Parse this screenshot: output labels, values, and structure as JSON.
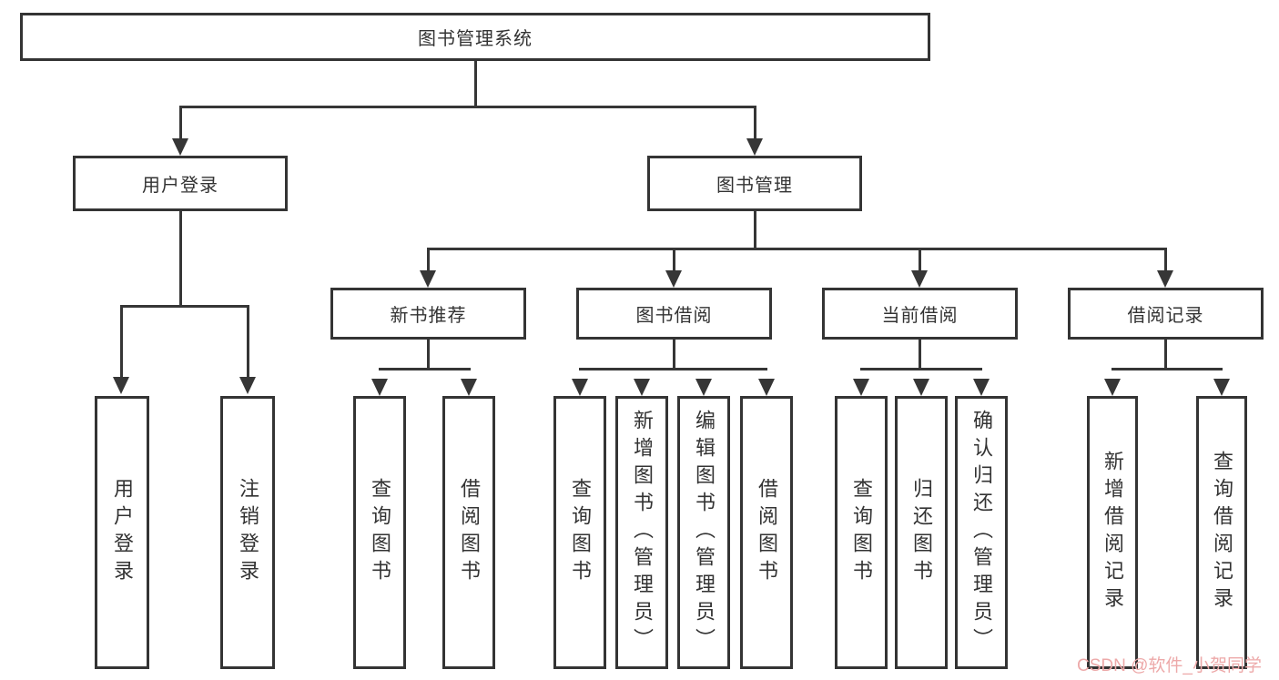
{
  "diagram": {
    "root": {
      "label": "图书管理系统"
    },
    "level2": {
      "user_login": {
        "label": "用户登录"
      },
      "book_mgmt": {
        "label": "图书管理"
      }
    },
    "level3": {
      "new_book": {
        "label": "新书推荐"
      },
      "book_borrow": {
        "label": "图书借阅"
      },
      "current_borrow": {
        "label": "当前借阅"
      },
      "borrow_record": {
        "label": "借阅记录"
      }
    },
    "leaves": {
      "user_login_leaf": {
        "label": "用户登录"
      },
      "logout_leaf": {
        "label": "注销登录"
      },
      "nb_query": {
        "label": "查询图书"
      },
      "nb_borrow": {
        "label": "借阅图书"
      },
      "bb_query": {
        "label": "查询图书"
      },
      "bb_add": {
        "label": "新增图书（管理员）"
      },
      "bb_edit": {
        "label": "编辑图书（管理员）"
      },
      "bb_borrow": {
        "label": "借阅图书"
      },
      "cb_query": {
        "label": "查询图书"
      },
      "cb_return": {
        "label": "归还图书"
      },
      "cb_confirm": {
        "label": "确认归还（管理员）"
      },
      "br_add": {
        "label": "新增借阅记录"
      },
      "br_query": {
        "label": "查询借阅记录"
      }
    },
    "watermark": "CSDN @软件_小贺同学",
    "colors": {
      "line": "#363636",
      "text": "#333333",
      "watermark": "#eda9a9",
      "background": "#ffffff"
    }
  }
}
